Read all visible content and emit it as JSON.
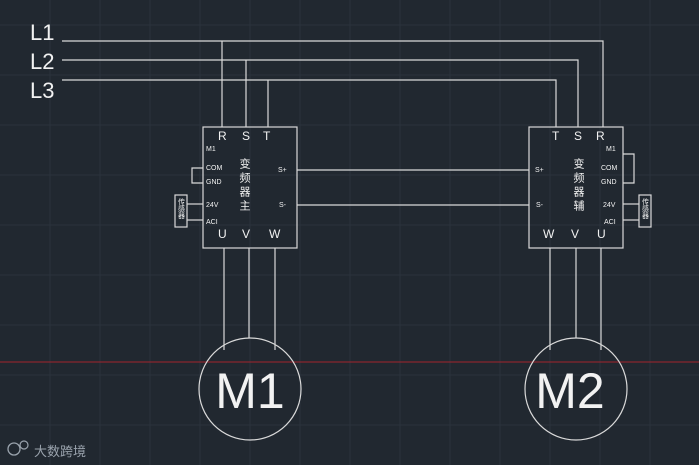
{
  "phases": [
    "L1",
    "L2",
    "L3"
  ],
  "vfd_main": {
    "title": "变频器主",
    "top_terminals": [
      "R",
      "S",
      "T"
    ],
    "bottom_terminals": [
      "U",
      "V",
      "W"
    ],
    "left_terminals": [
      "M1",
      "COM",
      "GND",
      "24V",
      "ACI"
    ],
    "right_terminals": [
      "S+",
      "S-"
    ],
    "sensor_label": "传感器"
  },
  "vfd_aux": {
    "title": "变频器辅",
    "top_terminals": [
      "T",
      "S",
      "R"
    ],
    "bottom_terminals": [
      "W",
      "V",
      "U"
    ],
    "left_terminals": [
      "S+",
      "S-"
    ],
    "right_terminals": [
      "M1",
      "COM",
      "GND",
      "24V",
      "ACI"
    ],
    "sensor_label": "传感器"
  },
  "motors": [
    "M1",
    "M2"
  ],
  "watermark": "大数跨境",
  "colors": {
    "background": "#212830",
    "wire": "#d9d9d9",
    "axis": "#a3232d"
  }
}
